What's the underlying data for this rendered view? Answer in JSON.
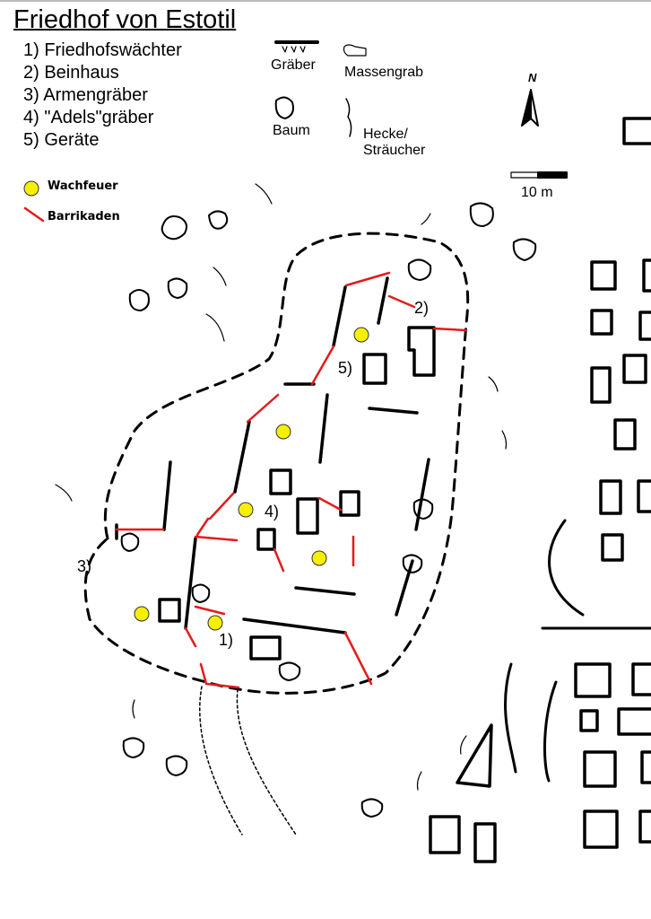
{
  "title": "Friedhof von Estotil",
  "legend_numbered": [
    "1) Friedhofswächter",
    "2) Beinhaus",
    "3) Armengräber",
    "4) \"Adels\"gräber",
    "5) Geräte"
  ],
  "symbols": {
    "graves": "Gräber",
    "mass_grave": "Massengrab",
    "tree": "Baum",
    "hedge_line1": "Hecke/",
    "hedge_line2": "Sträucher"
  },
  "north_label": "N",
  "scale_label": "10 m",
  "markers": {
    "watchfire": "Wachfeuer",
    "barricades": "Barrikaden"
  },
  "map_labels": [
    "1)",
    "2)",
    "3)",
    "4)",
    "5)"
  ],
  "colors": {
    "watchfire": "#f5f000",
    "barricade": "#e41b1b"
  }
}
